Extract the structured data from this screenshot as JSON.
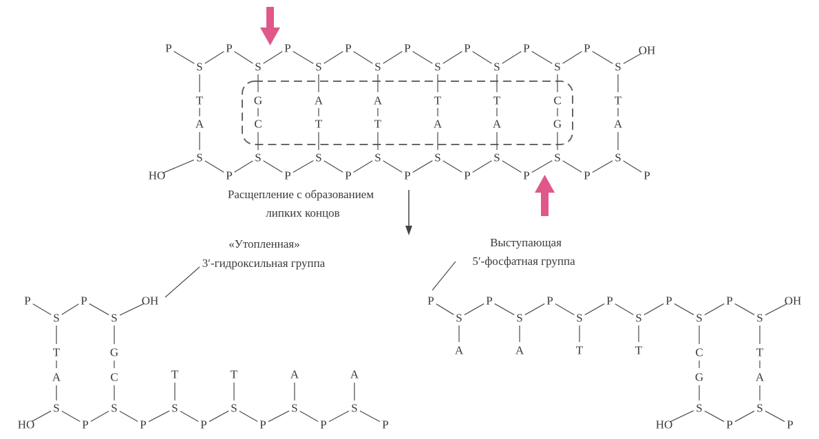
{
  "captions": {
    "cleavage_line1": "Расщепление с образованием",
    "cleavage_line2": "липких концов",
    "recessed_line1": "«Утопленная»",
    "recessed_line2": "3′-гидроксильная группа",
    "overhang_line1": "Выступающая",
    "overhang_line2": "5′-фосфатная группа"
  },
  "symbols": {
    "phosphate": "P",
    "sugar": "S",
    "hydroxyl": "OH",
    "hydroxyl_left": "HO"
  },
  "duplex": {
    "top_strand_bases": [
      "T",
      "G",
      "A",
      "A",
      "T",
      "T",
      "C",
      "T"
    ],
    "bottom_strand_bases": [
      "A",
      "C",
      "T",
      "T",
      "A",
      "A",
      "G",
      "A"
    ],
    "recognition_site_top": "GAATTC",
    "recognition_site_bottom": "CTTAAG"
  },
  "left_fragment": {
    "top_bases": [
      "T",
      "G"
    ],
    "bottom_bases": [
      "A",
      "C",
      "T",
      "T",
      "A",
      "A"
    ]
  },
  "right_fragment": {
    "top_bases": [
      "A",
      "A",
      "T",
      "T",
      "C",
      "T"
    ],
    "bottom_bases": [
      "G",
      "A"
    ]
  },
  "colors": {
    "cut_arrow": "#e0578a",
    "ink": "#3a3a3a",
    "box": "#666666",
    "background": "#ffffff"
  }
}
